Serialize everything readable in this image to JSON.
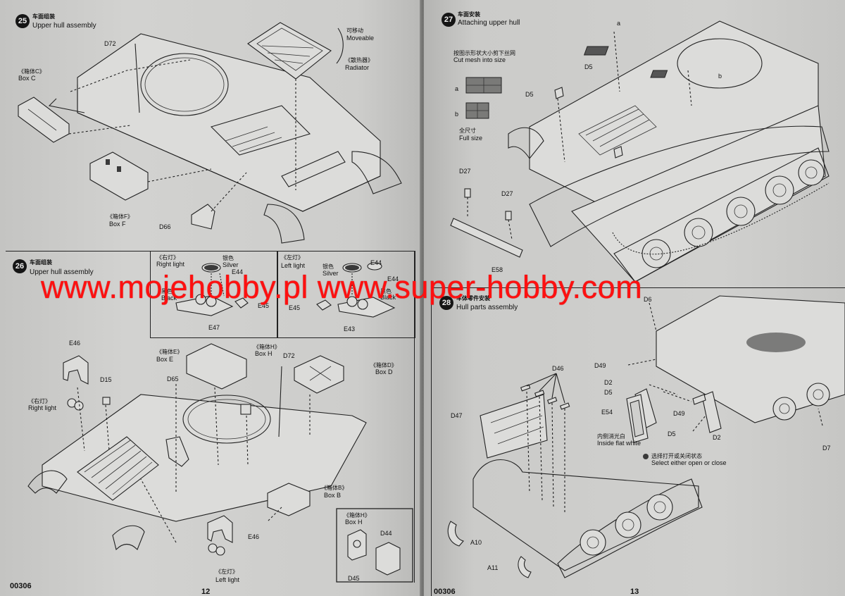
{
  "left_page": {
    "step25": {
      "number": "25",
      "title_cn": "车面组装",
      "title": "Upper hull assembly"
    },
    "step25_labels": {
      "d72": "D72",
      "box_c_cn": "《箱体C》",
      "box_c": "Box C",
      "moveable_cn": "可移动",
      "moveable": "Moveable",
      "radiator_cn": "《散热器》",
      "radiator": "Radiator",
      "box_f_cn": "《箱体F》",
      "box_f": "Box F",
      "d66": "D66"
    },
    "step26": {
      "number": "26",
      "title_cn": "车面组装",
      "title": "Upper hull assembly"
    },
    "step26_inset_right": {
      "light_cn": "《右灯》",
      "light": "Right light",
      "silver_cn": "银色",
      "silver": "Silver",
      "e44": "E44",
      "black_cn": "黑色",
      "black": "Black",
      "e45": "E45",
      "e47": "E47"
    },
    "step26_inset_left": {
      "light_cn": "《左灯》",
      "light": "Left light",
      "silver_cn": "银色",
      "silver": "Silver",
      "e44a": "E44",
      "e44b": "E44",
      "black_cn": "黑色",
      "black": "Black",
      "e45": "E45",
      "e43": "E43"
    },
    "step26_labels": {
      "e46a": "E46",
      "d15": "D15",
      "right_light_cn": "《右灯》",
      "right_light": "Right light",
      "box_e_cn": "《箱体E》",
      "box_e": "Box E",
      "d65": "D65",
      "box_h_cn": "《箱体H》",
      "box_h": "Box H",
      "d72": "D72",
      "box_d_cn": "《箱体D》",
      "box_d": "Box D",
      "box_b_cn": "《箱体B》",
      "box_b": "Box B",
      "e46b": "E46",
      "left_light_cn": "《左灯》",
      "left_light": "Left light"
    },
    "step26_boxh_inset": {
      "title_cn": "《箱体H》",
      "title": "Box H",
      "d44": "D44",
      "d45": "D45"
    },
    "code": "00306",
    "page_number": "12"
  },
  "right_page": {
    "step27": {
      "number": "27",
      "title_cn": "车面安装",
      "title": "Attaching upper hull"
    },
    "step27_labels": {
      "a": "a",
      "b": "b",
      "d5a": "D5",
      "d5b": "D5",
      "mesh_cn": "按图示形状大小剪下丝网",
      "mesh": "Cut mesh into size",
      "mesh_a": "a",
      "mesh_b": "b",
      "full_cn": "全尺寸",
      "full": "Full size",
      "d27a": "D27",
      "d27b": "D27",
      "e58": "E58"
    },
    "step28": {
      "number": "28",
      "title_cn": "车体零件安装",
      "title": "Hull parts assembly"
    },
    "step28_labels": {
      "d6": "D6",
      "d49a": "D49",
      "d2a": "D2",
      "d5a": "D5",
      "d46": "D46",
      "e54": "E54",
      "d49b": "D49",
      "d47": "D47",
      "d5b": "D5",
      "d2b": "D2",
      "d7": "D7",
      "inside_cn": "内侧消光白",
      "inside": "Inside flat white",
      "select_cn": "选择打开或关闭状态",
      "select": "Select either open or close",
      "a10": "A10",
      "a11": "A11"
    },
    "code": "00306",
    "page_number": "13"
  },
  "watermark": "www.mojehobby.pl www.super-hobby.com"
}
